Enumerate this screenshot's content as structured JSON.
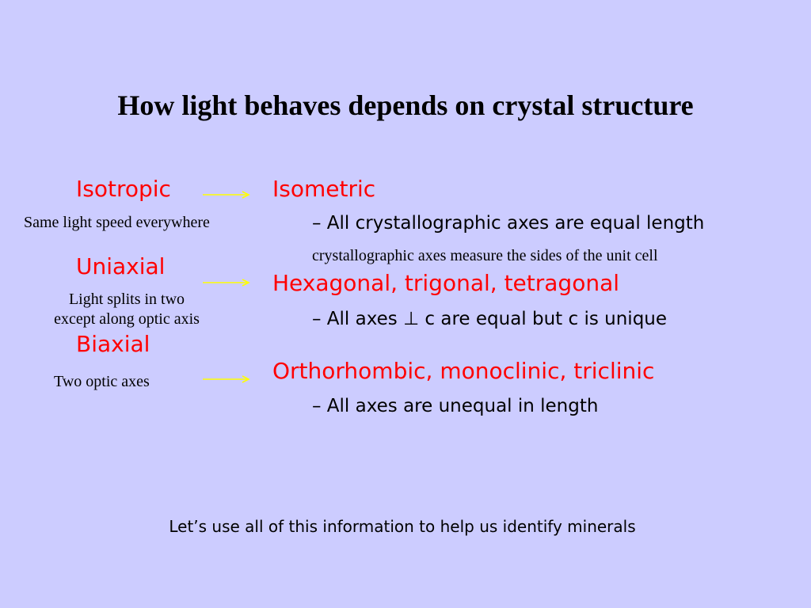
{
  "title": "How light behaves depends on crystal structure",
  "left": {
    "isotropic": {
      "label": "Isotropic",
      "note": "Same light speed everywhere"
    },
    "uniaxial": {
      "label": "Uniaxial",
      "note_line1": "Light splits in two",
      "note_line2": "except along optic axis"
    },
    "biaxial": {
      "label": "Biaxial",
      "note": "Two optic axes"
    }
  },
  "right": {
    "isometric": {
      "label": "Isometric",
      "bullet": "– All crystallographic axes are equal length",
      "note": "crystallographic axes measure the sides of the unit cell"
    },
    "hexagonal": {
      "label": "Hexagonal, trigonal, tetragonal",
      "bullet": "– All axes ⊥ c are equal but c is unique"
    },
    "orthorhombic": {
      "label": "Orthorhombic, monoclinic, triclinic",
      "bullet": "–  All axes are unequal in length"
    }
  },
  "footer": "Let’s use all of this information to help us identify minerals",
  "colors": {
    "background": "#ccccff",
    "accent_red": "#ff0000",
    "arrow_yellow": "#ffff00"
  },
  "icons": [
    "right-arrow-icon"
  ]
}
